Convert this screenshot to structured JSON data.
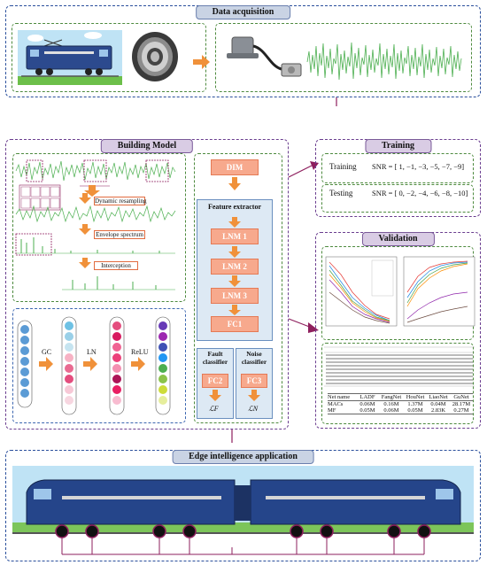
{
  "sections": {
    "data_acquisition": "Data acquisition",
    "building_model": "Building Model",
    "training": "Training",
    "validation": "Validation",
    "edge": "Edge intelligence application"
  },
  "preprocessing": {
    "resampling": "Dynamic resampling",
    "envelope": "Envelope spectrum",
    "interception": "Interception"
  },
  "network_ops": {
    "gc": "GC",
    "ln": "LN",
    "relu": "ReLU"
  },
  "architecture": {
    "dim": "DIM",
    "feature_extractor": "Feature extractor",
    "lnm1": "LNM 1",
    "lnm2": "LNM 2",
    "lnm3": "LNM 3",
    "fc1": "FC1",
    "fault_classifier": "Fault classifier",
    "noise_classifier": "Noise classifier",
    "fc2": "FC2",
    "fc3": "FC3",
    "loss_f": "ℒF",
    "loss_n": "ℒN"
  },
  "training": {
    "training_label": "Training",
    "training_snr": "SNR = [ 1, −1, −3, −5, −7, −9]",
    "testing_label": "Testing",
    "testing_snr": "SNR = [ 0, −2, −4, −6, −8, −10]"
  },
  "efficiency_table": {
    "headers": [
      "Net name",
      "LADF",
      "FangNet",
      "HouNet",
      "LiaoNet",
      "GuNet"
    ],
    "rows": [
      [
        "MACs",
        "0.06M",
        "0.16M",
        "1.37M",
        "0.04M",
        "28.17M"
      ],
      [
        "MF",
        "0.05M",
        "0.06M",
        "0.05M",
        "2.83K",
        "0.27M"
      ]
    ]
  },
  "colors": {
    "panel_blue": "#2a4f9c",
    "panel_purple": "#6a3d8f",
    "arrow_orange": "#f0913a",
    "arrow_purple": "#8e1f5d",
    "signal_green": "#4caf50",
    "block_orange": "#f7a98d"
  }
}
